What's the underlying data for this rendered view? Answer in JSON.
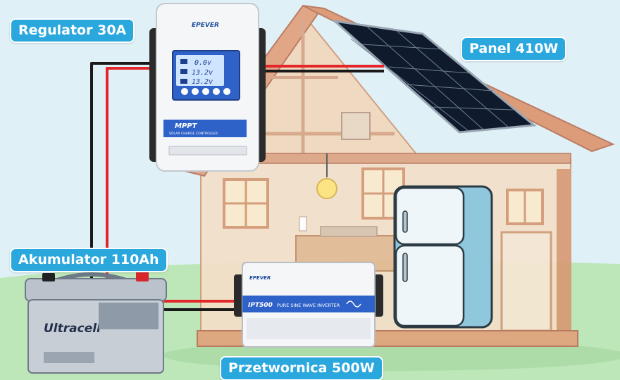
{
  "labels": {
    "regulator": "Regulator 30A",
    "panel": "Panel 410W",
    "battery": "Akumulator 110Ah",
    "inverter": "Przetwornica 500W"
  },
  "controller": {
    "brand": "EPEVER",
    "lcd_line1": "0.0v",
    "lcd_line2": "13.2v",
    "lcd_line3": "13.2v",
    "model": "MPPT",
    "subtitle": "SOLAR CHARGE CONTROLLER"
  },
  "inverter_unit": {
    "brand": "EPEVER",
    "model": "IPT500",
    "description": "PURE SINE WAVE INVERTER"
  },
  "battery_unit": {
    "brand": "Ultracell"
  },
  "colors": {
    "label_bg": "#2aa7dd",
    "wire_positive": "#e3262a",
    "wire_negative": "#1a1a1a",
    "house_wall": "#f2dcc4",
    "roof": "#d98e6a",
    "sky": "#dff1f6",
    "ground": "#b8e5b6"
  }
}
